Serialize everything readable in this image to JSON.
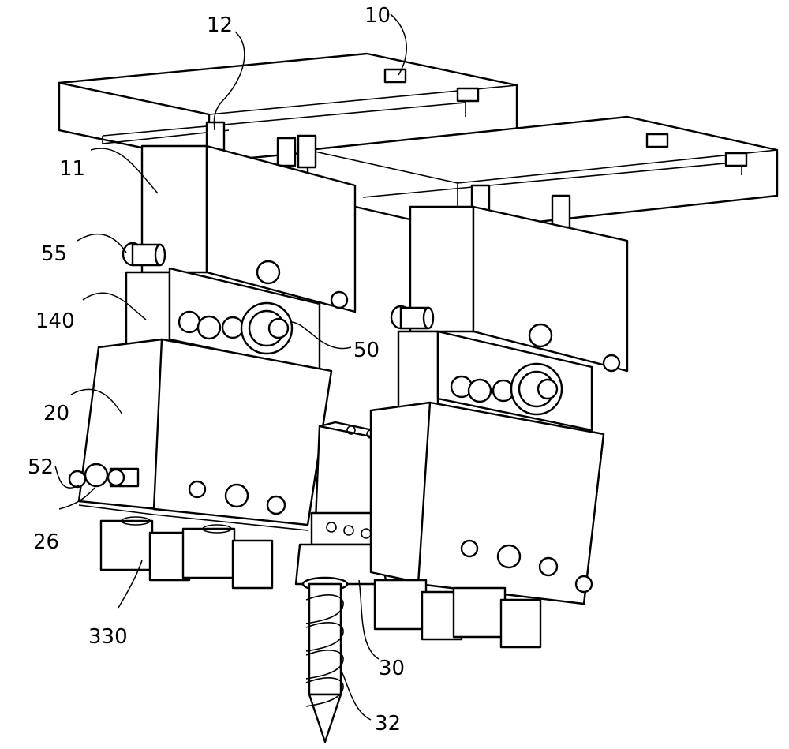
{
  "figure": {
    "labels": {
      "l10": "10",
      "l12": "12",
      "l11": "11",
      "l55": "55",
      "l140": "140",
      "l50": "50",
      "l20": "20",
      "l52": "52",
      "l26": "26",
      "l330": "330",
      "l30": "30",
      "l32": "32"
    }
  }
}
